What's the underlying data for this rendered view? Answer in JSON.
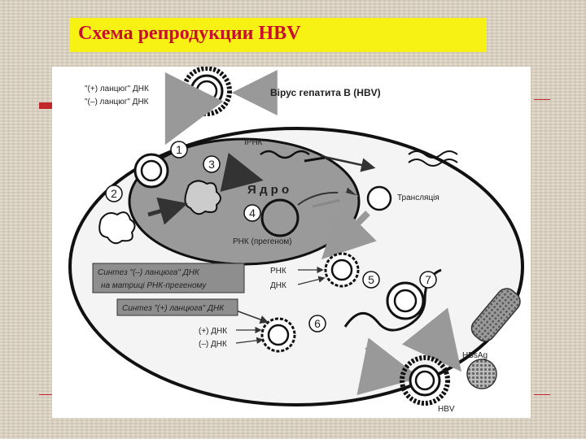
{
  "slide": {
    "title": "Схема репродукции HBV",
    "colors": {
      "title_bg": "#f7f214",
      "title_text": "#c8102e",
      "accent": "#c0282c"
    }
  },
  "diagram": {
    "labels": {
      "plus_strand": "\"(+) ланцюг\" ДНК",
      "minus_strand": "\"(–) ланцюг\" ДНК",
      "virus": "Вірус гепатита В (HBV)",
      "irna": "ІРНК",
      "nucleus": "Я д р о",
      "rna_pregenome": "РНК (прегеном)",
      "translation": "Трансляція",
      "rna": "РНК",
      "dna": "ДНК",
      "box_minus_line1": "Синтез \"(–) ланцюга\" ДНК",
      "box_minus_line2": "на матриці РНК-прегеному",
      "box_plus": "Синтез \"(+) ланцюга\" ДНК",
      "plus_dna": "(+) ДНК",
      "minus_dna": "(–) ДНК",
      "hbsag": "HBsAg",
      "hbv": "HBV"
    },
    "steps": [
      "1",
      "2",
      "3",
      "4",
      "5",
      "6",
      "7"
    ]
  }
}
